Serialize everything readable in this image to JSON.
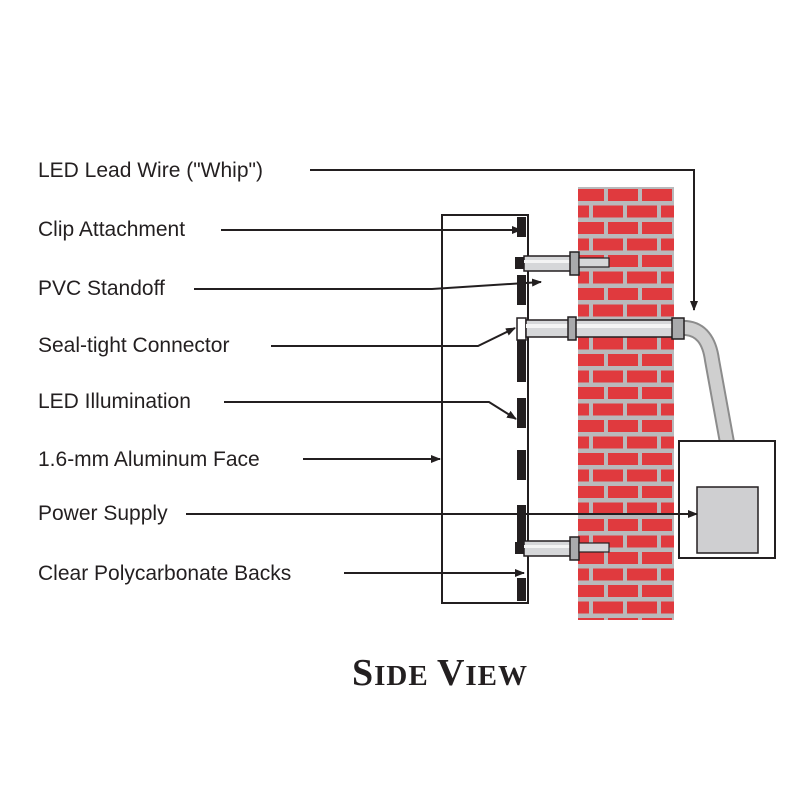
{
  "labels": {
    "lead_wire": "LED Lead Wire (\"Whip\")",
    "clip_attachment": "Clip Attachment",
    "pvc_standoff": "PVC Standoff",
    "sealtight_connector": "Seal-tight Connector",
    "led_illumination": "LED Illumination",
    "aluminum_face": "1.6-mm Aluminum Face",
    "power_supply": "Power Supply",
    "polycarbonate_backs": "Clear Polycarbonate Backs"
  },
  "title": {
    "first_initial": "S",
    "first_rest": "IDE",
    "second_initial": "V",
    "second_rest": "IEW"
  },
  "colors": {
    "brick": "#e03a3e",
    "mortar": "#b9b9bb",
    "ink": "#231f20",
    "metal": "#c8c9cb",
    "conduit": "#c8c8c8",
    "power_supply_box": "#cfcfd1"
  }
}
